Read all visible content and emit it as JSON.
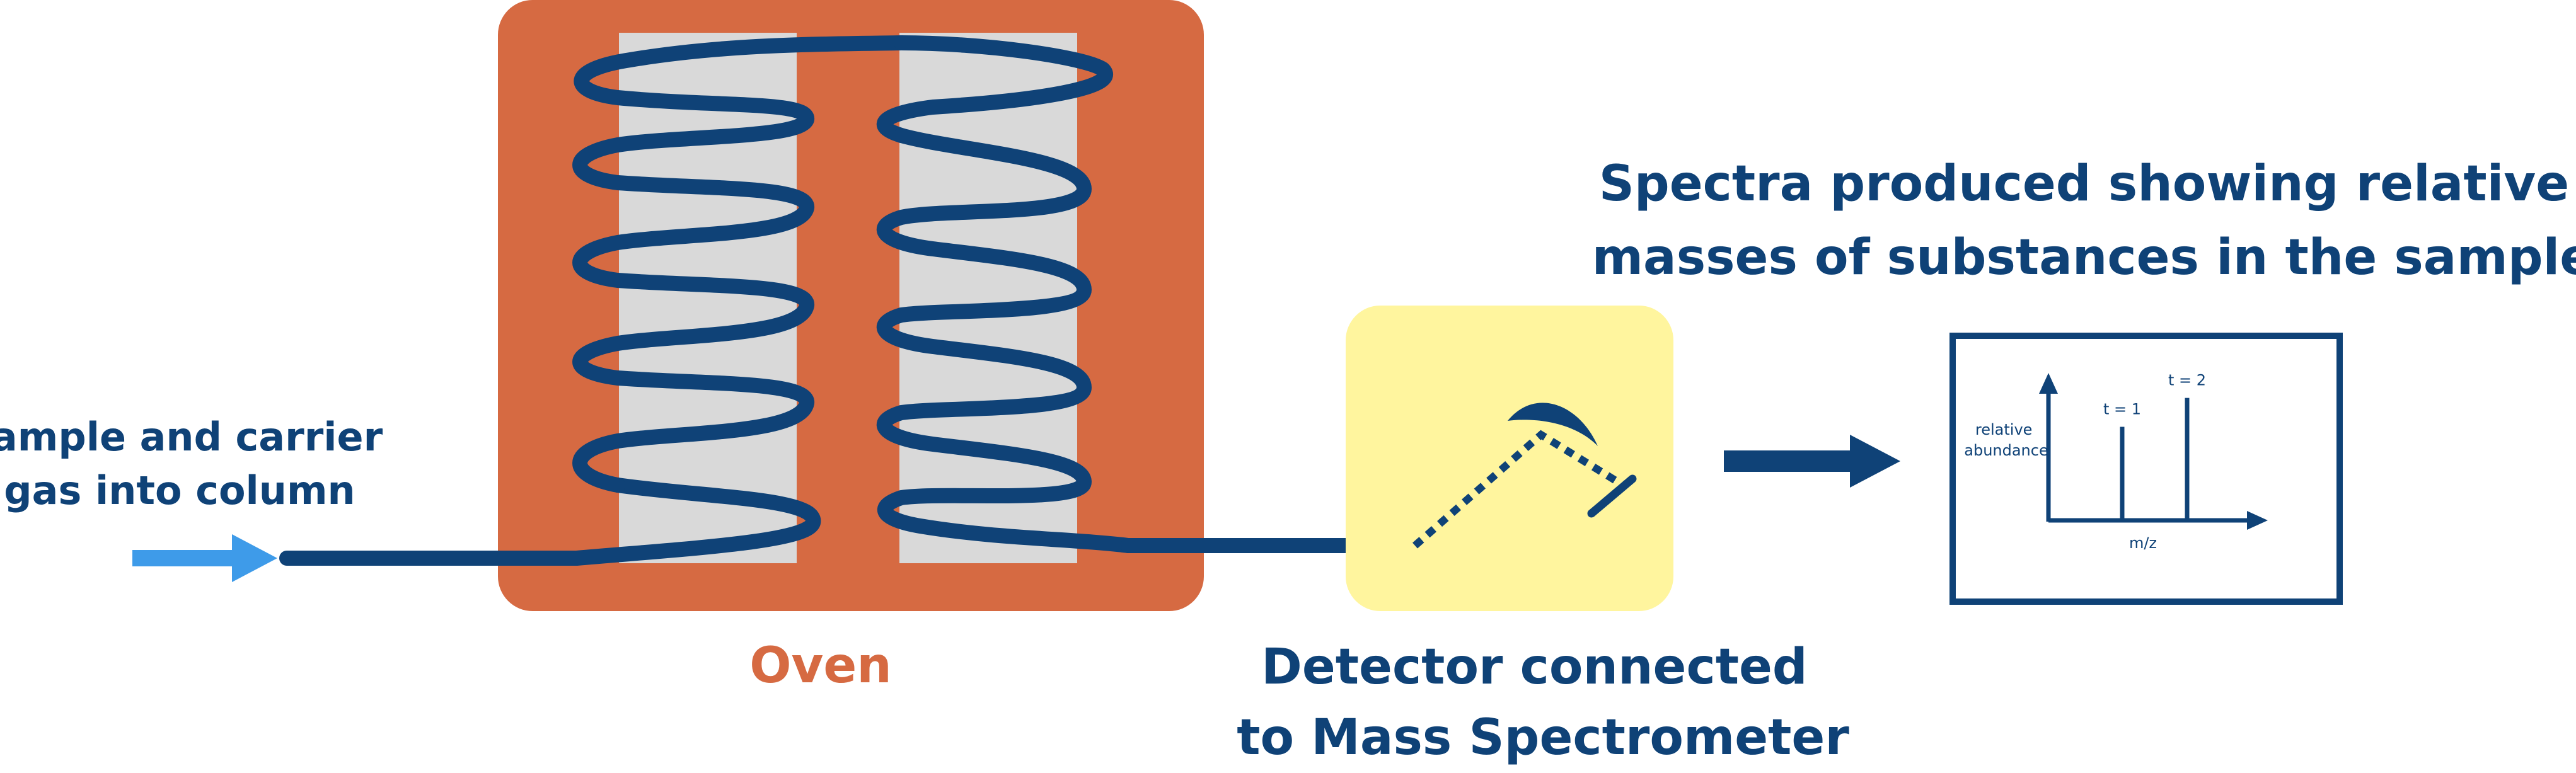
{
  "labels": {
    "input": [
      "Sample and carrier",
      "gas into column"
    ],
    "oven": "Oven",
    "detector": [
      "Detector connected",
      "to Mass Spectrometer"
    ],
    "spectra": [
      "Spectra produced showing relative",
      "masses of substances in the sample"
    ]
  },
  "spectrum": {
    "ylabel": [
      "relative",
      "abundance"
    ],
    "xlabel": "m/z",
    "peaks": [
      {
        "label": "t = 1",
        "height": 0.55
      },
      {
        "label": "t = 2",
        "height": 0.72
      }
    ]
  },
  "colors": {
    "oven": "#d66a42",
    "column_support": "#d9d9d9",
    "tube": "#0f4277",
    "detector_box": "#fff59e",
    "input_arrow": "#3e9be9",
    "text_dark": "#0f4277",
    "text_oven": "#d66a42"
  }
}
